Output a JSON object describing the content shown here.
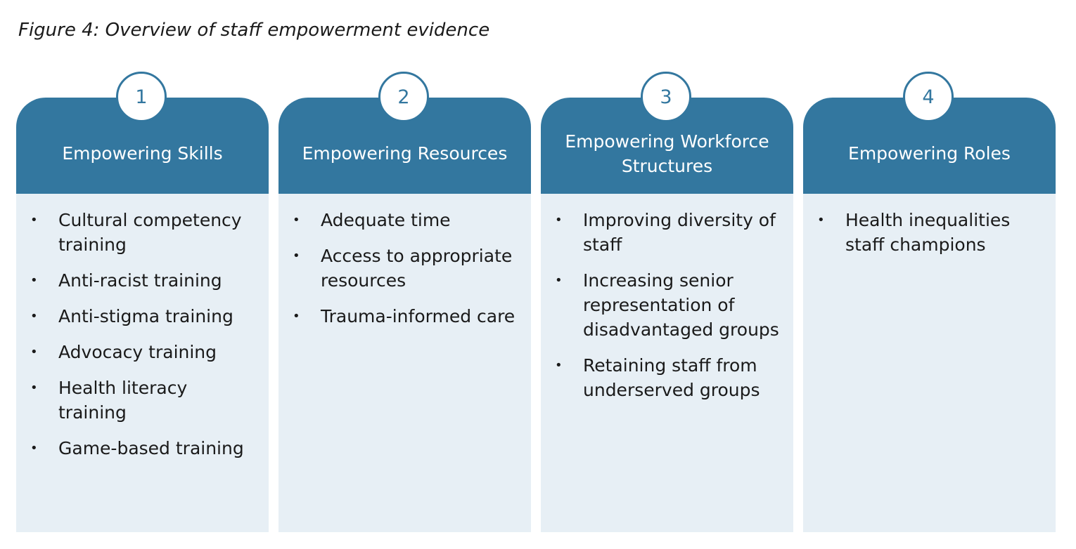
{
  "figure": {
    "title": "Figure 4: Overview of staff empowerment evidence"
  },
  "colors": {
    "header": "#33779f",
    "body": "#e7eff5",
    "badge_border": "#33779f"
  },
  "columns": [
    {
      "number": "1",
      "title": "Empowering Skills",
      "items": [
        "Cultural competency training",
        "Anti-racist training",
        "Anti-stigma training",
        "Advocacy training",
        "Health literacy training",
        "Game-based training"
      ]
    },
    {
      "number": "2",
      "title": "Empowering Resources",
      "items": [
        "Adequate time",
        "Access to appropriate resources",
        "Trauma-informed care"
      ]
    },
    {
      "number": "3",
      "title": "Empowering Workforce Structures",
      "items": [
        "Improving diversity of staff",
        "Increasing senior representation of disadvantaged groups",
        "Retaining staff from underserved groups"
      ]
    },
    {
      "number": "4",
      "title": "Empowering Roles",
      "items": [
        "Health inequalities staff champions"
      ]
    }
  ]
}
